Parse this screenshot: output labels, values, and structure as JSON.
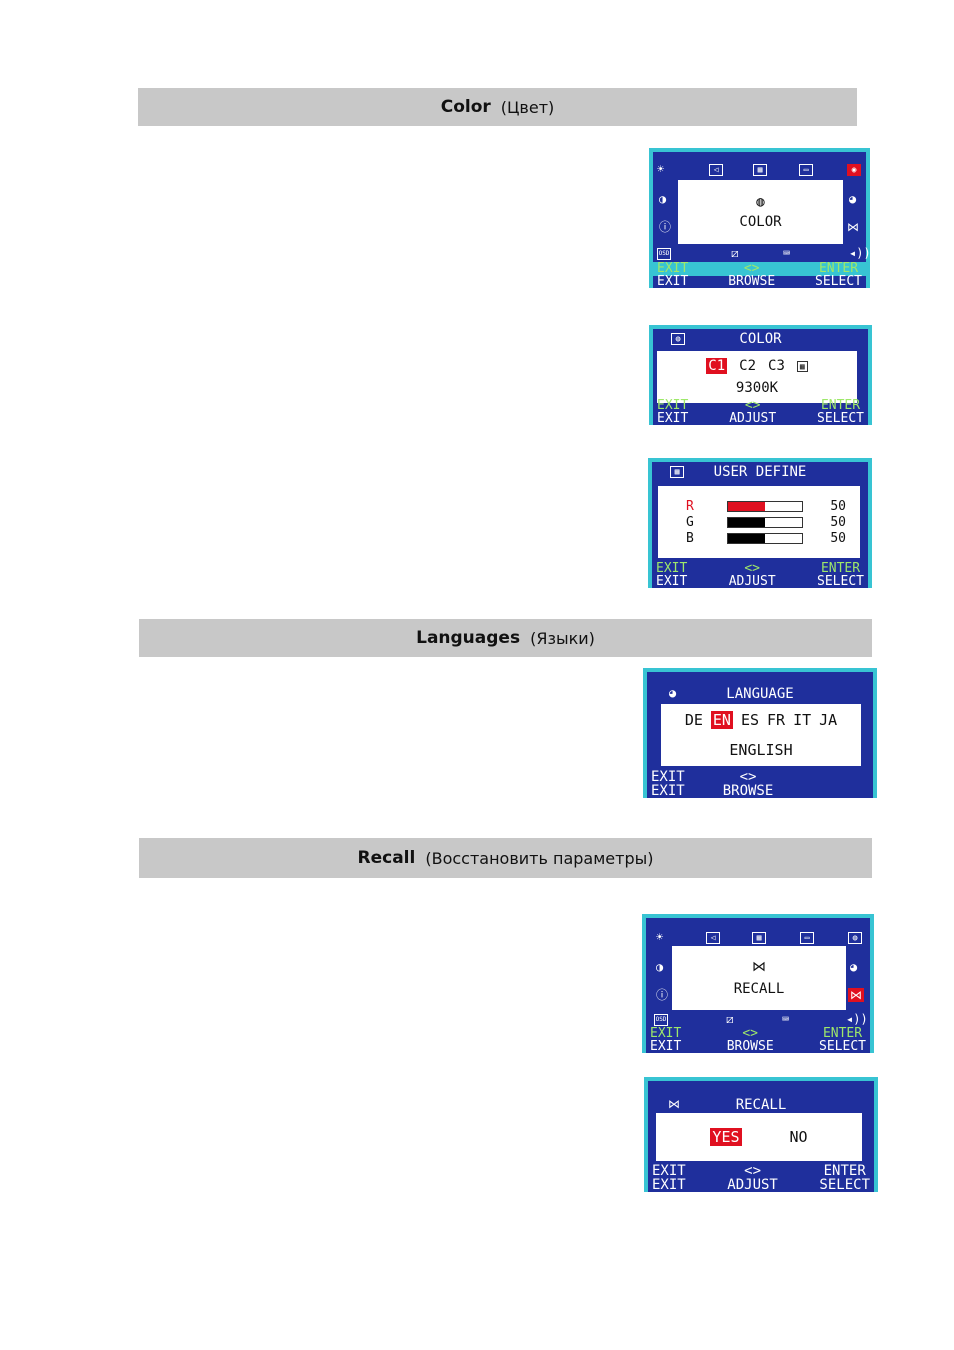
{
  "headers": {
    "color": {
      "title": "Color",
      "subtitle": "(Цвет)"
    },
    "languages": {
      "title": "Languages",
      "subtitle": "(Языки)"
    },
    "recall": {
      "title": "Recall",
      "subtitle": "(Восстановить параметры)"
    }
  },
  "osd_main_color": {
    "selected_item": "COLOR",
    "footer": [
      {
        "top": "EXIT",
        "bottom": "EXIT"
      },
      {
        "top": "<>",
        "bottom": "BROWSE"
      },
      {
        "top": "ENTER",
        "bottom": "SELECT"
      }
    ]
  },
  "osd_color_temp": {
    "title": "COLOR",
    "options": [
      "C1",
      "C2",
      "C3"
    ],
    "selected": "C1",
    "value": "9300K",
    "footer": [
      {
        "top": "EXIT",
        "bottom": "EXIT"
      },
      {
        "top": "<>",
        "bottom": "ADJUST"
      },
      {
        "top": "ENTER",
        "bottom": "SELECT"
      }
    ]
  },
  "osd_user_define": {
    "title": "USER DEFINE",
    "channels": [
      {
        "label": "R",
        "value": 50,
        "color": "#e01020"
      },
      {
        "label": "G",
        "value": 50,
        "color": "#000000"
      },
      {
        "label": "B",
        "value": 50,
        "color": "#000000"
      }
    ],
    "footer": [
      {
        "top": "EXIT",
        "bottom": "EXIT"
      },
      {
        "top": "<>",
        "bottom": "ADJUST"
      },
      {
        "top": "ENTER",
        "bottom": "SELECT"
      }
    ]
  },
  "osd_language": {
    "title": "LANGUAGE",
    "options": [
      "DE",
      "EN",
      "ES",
      "FR",
      "IT",
      "JA"
    ],
    "selected": "EN",
    "value": "ENGLISH",
    "footer": [
      {
        "top": "EXIT",
        "bottom": "EXIT"
      },
      {
        "top": "<>",
        "bottom": "BROWSE"
      }
    ]
  },
  "osd_main_recall": {
    "selected_item": "RECALL",
    "footer": [
      {
        "top": "EXIT",
        "bottom": "EXIT"
      },
      {
        "top": "<>",
        "bottom": "BROWSE"
      },
      {
        "top": "ENTER",
        "bottom": "SELECT"
      }
    ]
  },
  "osd_recall": {
    "title": "RECALL",
    "yes": "YES",
    "no": "NO",
    "selected": "YES",
    "footer": [
      {
        "top": "EXIT",
        "bottom": "EXIT"
      },
      {
        "top": "<>",
        "bottom": "ADJUST"
      },
      {
        "top": "ENTER",
        "bottom": "SELECT"
      }
    ]
  },
  "osd_icons": {
    "bottom_left": "OSD"
  },
  "colors": {
    "header_bg": "#c8c8c8",
    "osd_blue": "#1f2f9c",
    "osd_cyan": "#38c4d3",
    "osd_green_text": "#9ee86a",
    "selection_red": "#e01020"
  }
}
